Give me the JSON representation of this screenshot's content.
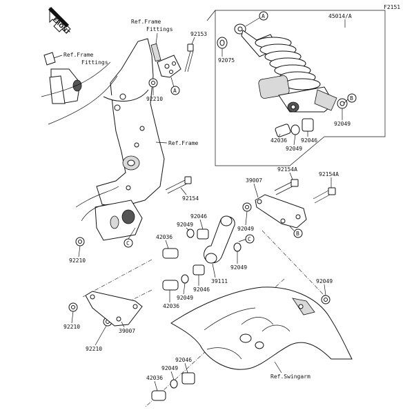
{
  "diagram": {
    "figure_code": "F2151",
    "front_label": "FRONT",
    "refs": {
      "frame_fittings_top": [
        "Ref.Frame",
        "Fittings"
      ],
      "frame_fittings_left": [
        "Ref.Frame",
        "Fittings"
      ],
      "frame": "Ref.Frame",
      "swingarm": "Ref.Swingarm"
    },
    "part_numbers": {
      "shock_assembly": "45014/A",
      "p92153": "92153",
      "p92075": "92075",
      "p92210_a": "92210",
      "p92049_a": "92049",
      "p92046_a": "92046",
      "p92049_b": "92049",
      "p42036_a": "42036",
      "p92154A_a": "92154A",
      "p92154A_b": "92154A",
      "p39007_a": "39007",
      "p92154": "92154",
      "p92046_b": "92046",
      "p92049_c": "92049",
      "p92049_d": "92049",
      "p42036_b": "42036",
      "p92210_b": "92210",
      "p92049_e": "92049",
      "p39111": "39111",
      "p92046_c": "92046",
      "p42036_c": "42036",
      "p92049_f": "92049",
      "p92049_g": "92049",
      "p92210_c": "92210",
      "p39007_b": "39007",
      "p92210_d": "92210",
      "p92046_d": "92046",
      "p92049_h": "92049",
      "p42036_d": "42036"
    },
    "callouts": {
      "a1": "A",
      "a2": "A",
      "b1": "B",
      "b2": "B",
      "c1": "C",
      "c2": "C"
    }
  }
}
